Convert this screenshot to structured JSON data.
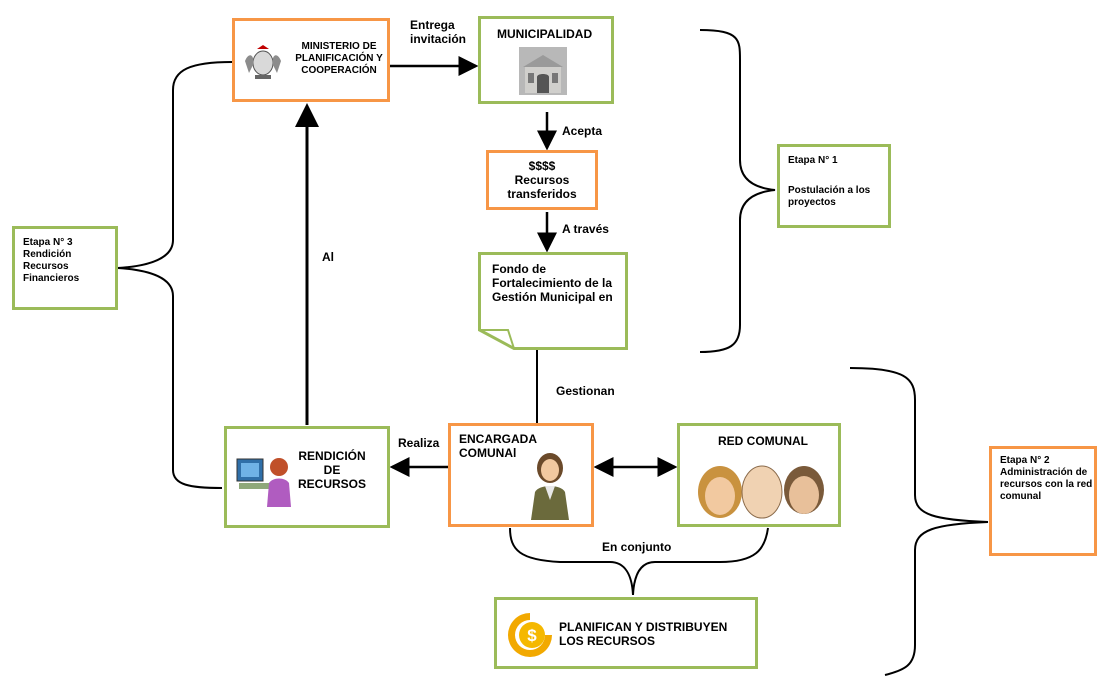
{
  "nodes": {
    "ministerio": {
      "label": "MINISTERIO DE PLANIFICACIÓN Y COOPERACIÓN"
    },
    "municipalidad": {
      "label": "MUNICIPALIDAD"
    },
    "recursos": {
      "line1": "$$$$",
      "line2": "Recursos transferidos"
    },
    "fondo": {
      "label": "Fondo de Fortalecimiento de la Gestión Municipal en"
    },
    "encargada": {
      "label": "ENCARGADA COMUNAl"
    },
    "red": {
      "label": "RED COMUNAL"
    },
    "rendicion": {
      "label": "RENDICIÓN DE RECURSOS"
    },
    "planifican": {
      "label": "PLANIFICAN Y DISTRIBUYEN LOS RECURSOS"
    }
  },
  "etapas": {
    "etapa1": {
      "title": "Etapa N° 1",
      "desc": "Postulación a los proyectos"
    },
    "etapa2": {
      "title": "Etapa N° 2",
      "desc": "Administración de recursos con la red comunal"
    },
    "etapa3": {
      "title": "Etapa N° 3",
      "desc": "Rendición Recursos Financieros"
    }
  },
  "edges": {
    "entrega": "Entrega invitación",
    "acepta": "Acepta",
    "atraves": "A través",
    "gestionan": "Gestionan",
    "realiza": "Realiza",
    "al": "Al",
    "enconjunto": "En conjunto"
  },
  "colors": {
    "orange": "#f79646",
    "green": "#9bbb59",
    "line": "#000000"
  }
}
